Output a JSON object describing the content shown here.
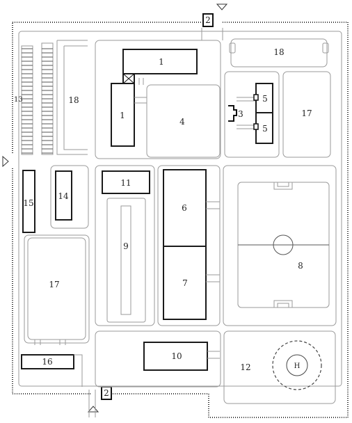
{
  "plan": {
    "building_labels": {
      "b1_main": "1",
      "b1_side": "1",
      "gate_top": "2",
      "gate_bottom": "2",
      "b3": "3",
      "b4": "4",
      "b5_top": "5",
      "b5_bottom": "5",
      "b6": "6",
      "b7": "7",
      "b8": "8",
      "b9": "9",
      "b10": "10",
      "b11": "11",
      "b12": "12",
      "b13": "13",
      "b14": "14",
      "b15": "15",
      "b16": "16",
      "b17_left": "17",
      "b17_right": "17",
      "b18_top": "18",
      "b18_left": "18",
      "helipad": "H"
    },
    "colors": {
      "ink": "#1a1a1a",
      "thin_line": "#9a9a9a",
      "background": "#ffffff"
    }
  }
}
